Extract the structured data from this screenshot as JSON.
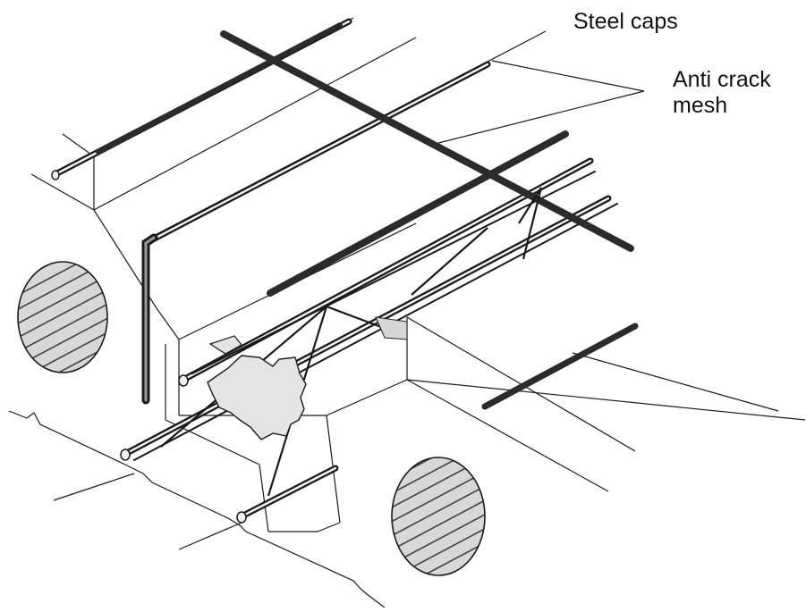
{
  "labels": {
    "steel_caps": "Steel caps",
    "anti_crack_mesh_line1": "Anti crack",
    "anti_crack_mesh_line2": "mesh"
  },
  "colors": {
    "line": "#1a1a1a",
    "bar_dark": "#2b2b2b",
    "bar_light": "#f2f2f2",
    "hatch_fill": "#d8d8d8",
    "cap_fill": "#e4e4e4"
  }
}
